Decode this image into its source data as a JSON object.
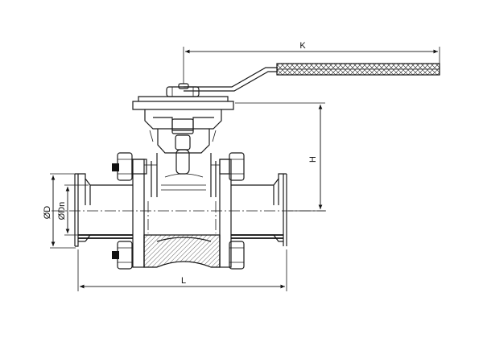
{
  "drawing": {
    "title": "",
    "colors": {
      "line": "#1a1a1a",
      "background": "#ffffff",
      "hatch": "#222222"
    },
    "dimensions": {
      "k": "K",
      "h": "H",
      "l": "L",
      "d": "ØD",
      "dn": "ØDn"
    }
  }
}
